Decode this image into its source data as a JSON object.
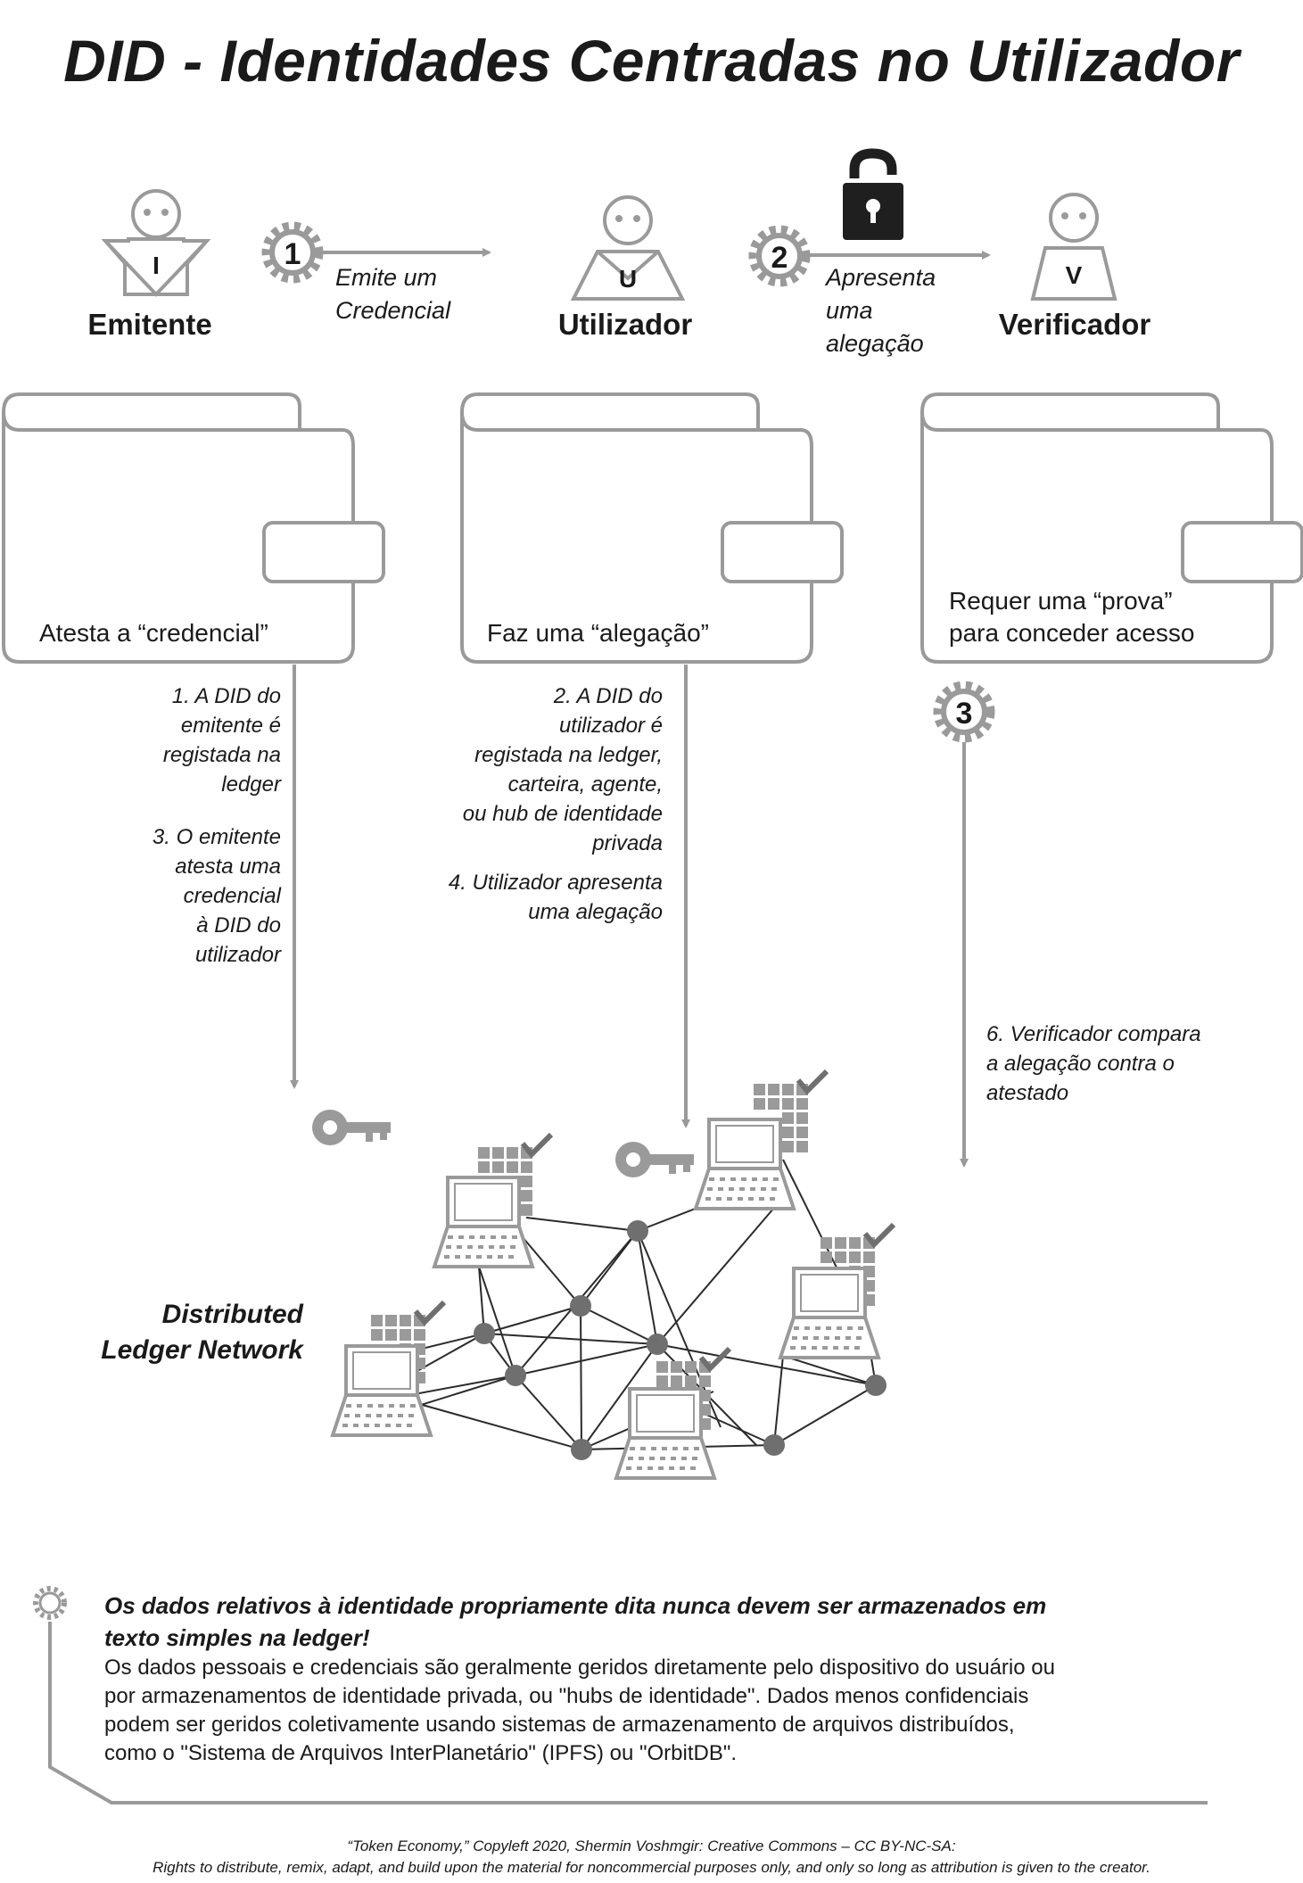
{
  "title": "DID - Identidades Centradas no Utilizador",
  "roles": {
    "issuer": {
      "name": "Emitente",
      "badge": "I"
    },
    "user": {
      "name": "Utilizador",
      "badge": "U"
    },
    "verifier": {
      "name": "Verificador",
      "badge": "V"
    }
  },
  "steps": {
    "step1": {
      "number": "1",
      "line1": "Emite um",
      "line2": "Credencial"
    },
    "step2": {
      "number": "2",
      "line1": "Apresenta",
      "line2": "uma",
      "line3": "alegação"
    },
    "step3": {
      "number": "3"
    }
  },
  "wallets": {
    "issuer": {
      "line1": "Atesta a “credencial”"
    },
    "user": {
      "line1": "Faz uma “alegação”"
    },
    "verifier": {
      "line1": "Requer uma “prova”",
      "line2": "para conceder acesso"
    }
  },
  "notes": {
    "n1": [
      "1. A DID do",
      "emitente é",
      "registada na",
      "ledger"
    ],
    "n3": [
      "3. O emitente",
      "atesta uma",
      "credencial",
      "à DID do",
      "utilizador"
    ],
    "n2": [
      "2. A DID do",
      "utilizador é",
      "registada na ledger,",
      "carteira, agente,",
      "ou hub de identidade",
      "privada"
    ],
    "n4": [
      "4. Utilizador apresenta",
      "uma alegação"
    ],
    "n6": [
      "6. Verificador compara",
      "a alegação contra o",
      "atestado"
    ]
  },
  "network": {
    "label_line1": "Distributed",
    "label_line2": "Ledger Network"
  },
  "callout": {
    "heading_line1": "Os dados relativos à identidade propriamente dita nunca devem ser armazenados em",
    "heading_line2": "texto simples na ledger!",
    "body": [
      "Os dados pessoais e credenciais são geralmente geridos diretamente pelo dispositivo do usuário ou",
      "por armazenamentos de identidade privada, ou \"hubs de identidade\". Dados menos confidenciais",
      "podem ser geridos coletivamente usando sistemas de armazenamento de arquivos distribuídos,",
      "como o \"Sistema de Arquivos InterPlanetário\" (IPFS) ou \"OrbitDB\"."
    ]
  },
  "credits": {
    "line1": "“Token Economy,” Copyleft 2020, Shermin Voshmgir: Creative Commons – CC BY-NC-SA:",
    "line2": "Rights to distribute, remix, adapt, and build upon the material  for noncommercial purposes only, and only so long as attribution is given to the creator."
  },
  "colors": {
    "line_gray": "#9a9a9a",
    "node_gray": "#6f6f6f",
    "dark": "#2b2b2b"
  }
}
